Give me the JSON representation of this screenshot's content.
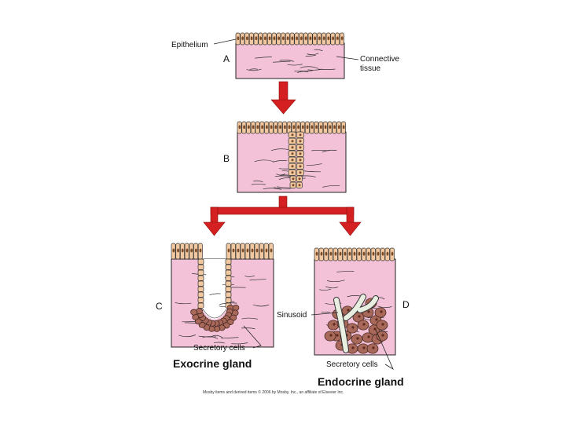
{
  "labels": {
    "epithelium": "Epithelium",
    "connective_tissue_line1": "Connective",
    "connective_tissue_line2": "tissue",
    "panel_a": "A",
    "panel_b": "B",
    "panel_c": "C",
    "panel_d": "D",
    "sinusoid": "Sinusoid",
    "secretory_cells_exocrine": "Secretory cells",
    "secretory_cells_endocrine": "Secretory cells",
    "exocrine_gland": "Exocrine gland",
    "endocrine_gland": "Endocrine gland",
    "credit": "Mosby items and derived items © 2006 by Mosby, Inc., an affiliate of Elsevier Inc."
  },
  "colors": {
    "connective_tissue": "#f3c2d8",
    "epithelial_cell": "#f2c8a0",
    "secretory_cell": "#a8685a",
    "arrow": "#d42020",
    "sinusoid": "#e8eee0"
  }
}
